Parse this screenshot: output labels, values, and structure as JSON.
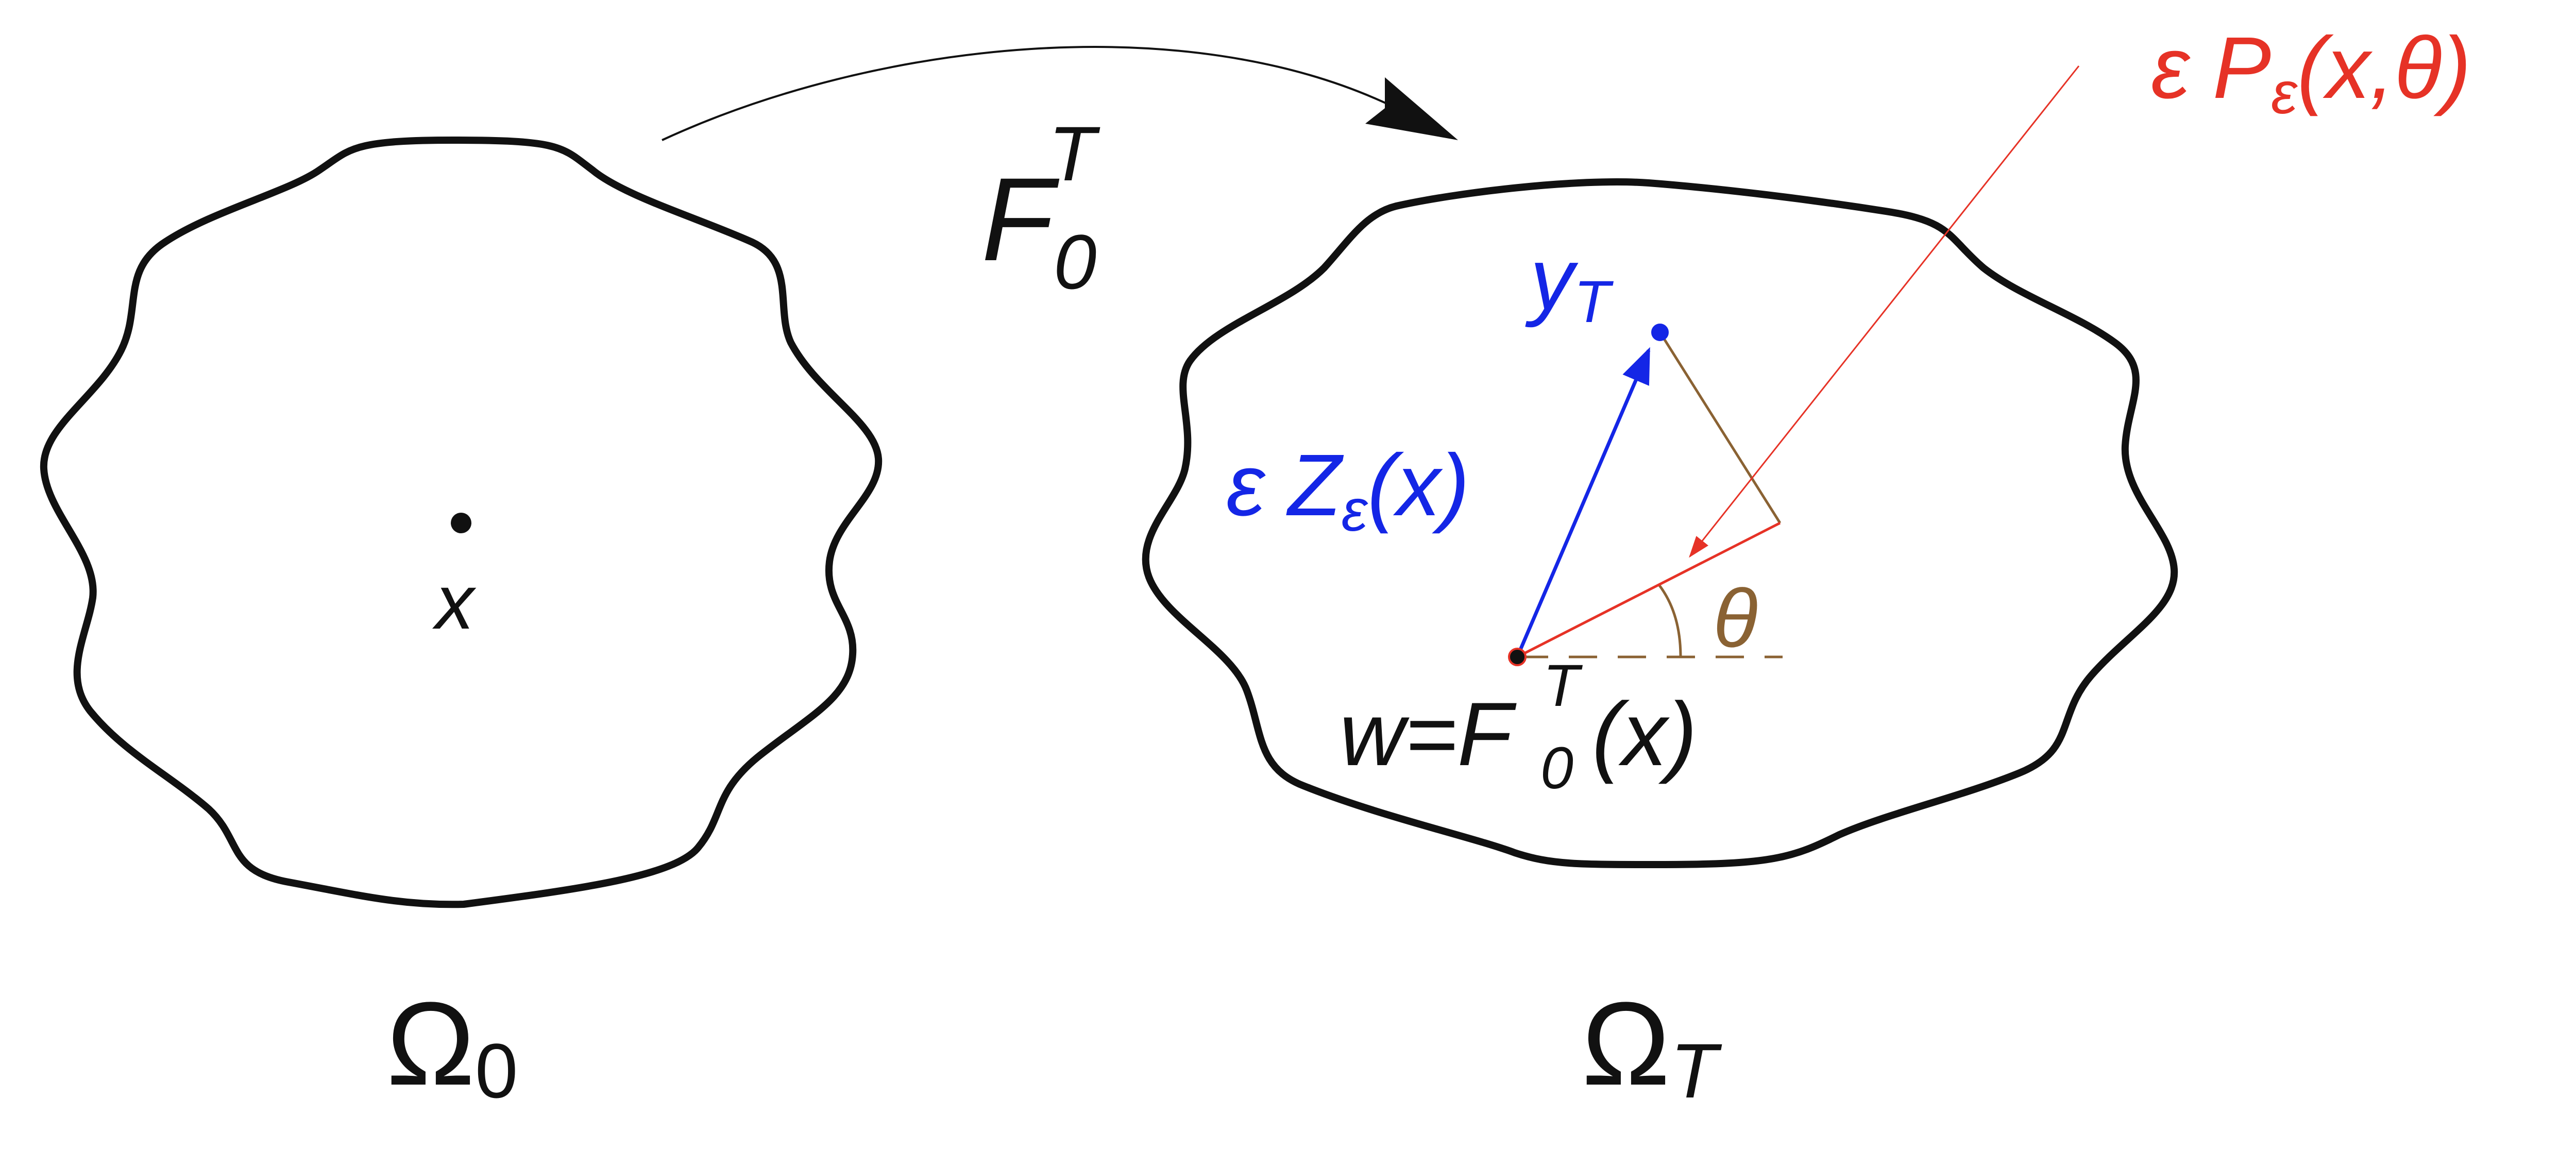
{
  "colors": {
    "black": "#111111",
    "blue": "#1426e6",
    "red": "#e63226",
    "brown": "#8a6233"
  },
  "left_domain": {
    "point_label": "x",
    "omega": "Ω",
    "omega_sub": "0"
  },
  "map": {
    "F": "F",
    "F_sub": "0",
    "F_sup": "T"
  },
  "right_domain": {
    "omega": "Ω",
    "omega_sub": "T",
    "y": "y",
    "y_sub": "T",
    "Z_eps": "ε",
    "Z": "Z",
    "Z_sub": "ε",
    "Z_arg": "(x)",
    "w_prefix": "w=F",
    "w_sub": "0",
    "w_sup": "T",
    "w_arg": "(x)",
    "theta": "θ"
  },
  "P_label": {
    "eps": "ε",
    "P": "P",
    "P_sub": "ε",
    "P_arg": "(x,θ)"
  }
}
